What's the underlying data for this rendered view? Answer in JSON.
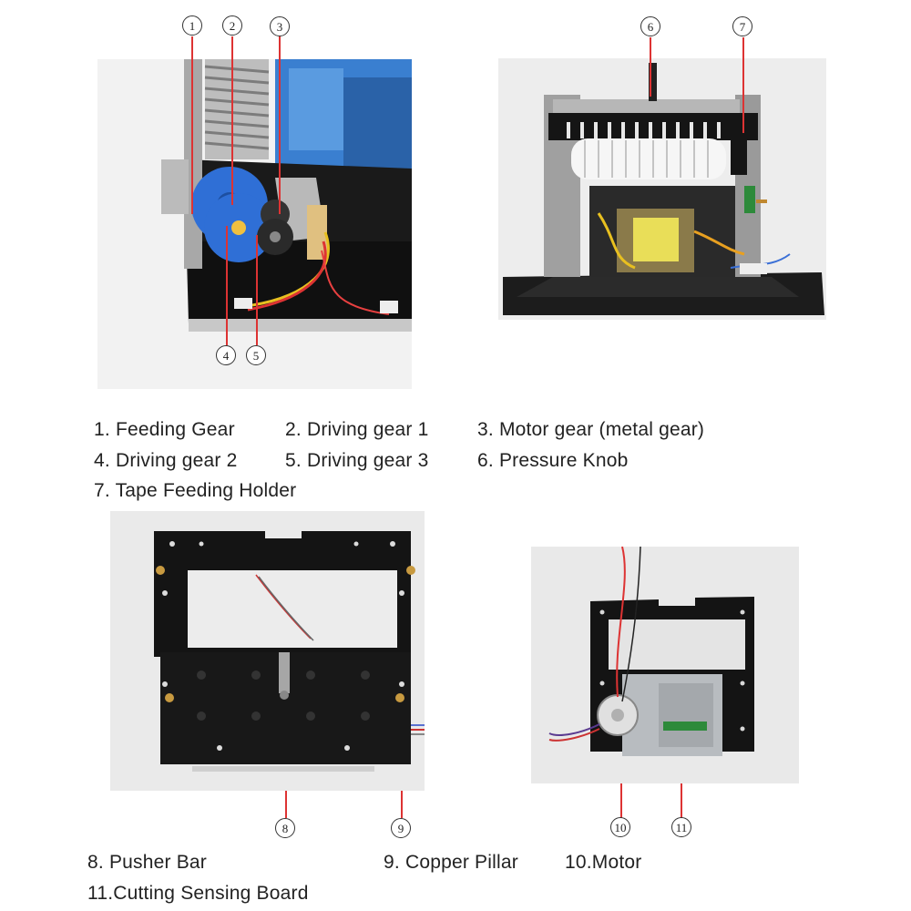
{
  "section1": {
    "callouts": [
      "1",
      "2",
      "3",
      "4",
      "5",
      "6",
      "7"
    ],
    "captions": [
      "1. Feeding Gear",
      "2. Driving gear 1",
      "3. Motor gear (metal gear)",
      "4. Driving gear 2",
      "5. Driving gear 3",
      "6. Pressure Knob",
      "7. Tape Feeding Holder"
    ]
  },
  "section2": {
    "callouts": [
      "8",
      "9",
      "10",
      "11"
    ],
    "captions": [
      "8. Pusher Bar",
      "9. Copper Pillar",
      "10.Motor",
      "11.Cutting Sensing Board"
    ]
  },
  "colors": {
    "leader": "#d33333",
    "gear": "#2f6fd6",
    "plate": "#151515"
  },
  "images": [
    "gear-assembly-photo",
    "pressure-knob-photo",
    "pusher-bar-plate-photo",
    "motor-sensor-plate-photo"
  ]
}
